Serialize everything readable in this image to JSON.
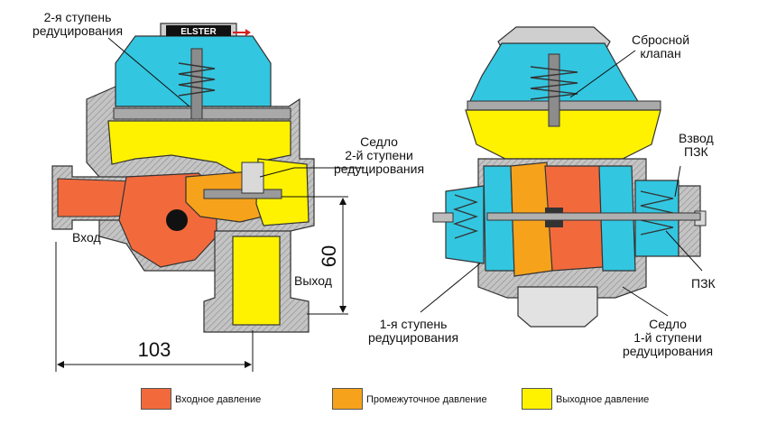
{
  "brand": "ELSTER",
  "labels": {
    "stage2": [
      "2-я ступень",
      "редуцирования"
    ],
    "relief_valve": [
      "Сбросной",
      "клапан"
    ],
    "seat2": [
      "Седло",
      "2-й ступени",
      "редуцирования"
    ],
    "psk_cock": [
      "Взвод",
      "ПЗК"
    ],
    "inlet": "Вход",
    "outlet": "Выход",
    "psk": "ПЗК",
    "stage1": [
      "1-я ступень",
      "редуцирования"
    ],
    "seat1": [
      "Седло",
      "1-й ступени",
      "редуцирования"
    ]
  },
  "dimensions": {
    "height": "60",
    "width": "103"
  },
  "legend": [
    {
      "label": "Входное давление",
      "color": "#f26a3c"
    },
    {
      "label": "Промежуточное давление",
      "color": "#f7a21b"
    },
    {
      "label": "Выходное давление",
      "color": "#fff200"
    }
  ],
  "colors": {
    "inlet": "#f26a3c",
    "intermediate": "#f7a21b",
    "outlet": "#fff200",
    "chamber": "#33c6e0",
    "body": "#b9b9b9"
  }
}
